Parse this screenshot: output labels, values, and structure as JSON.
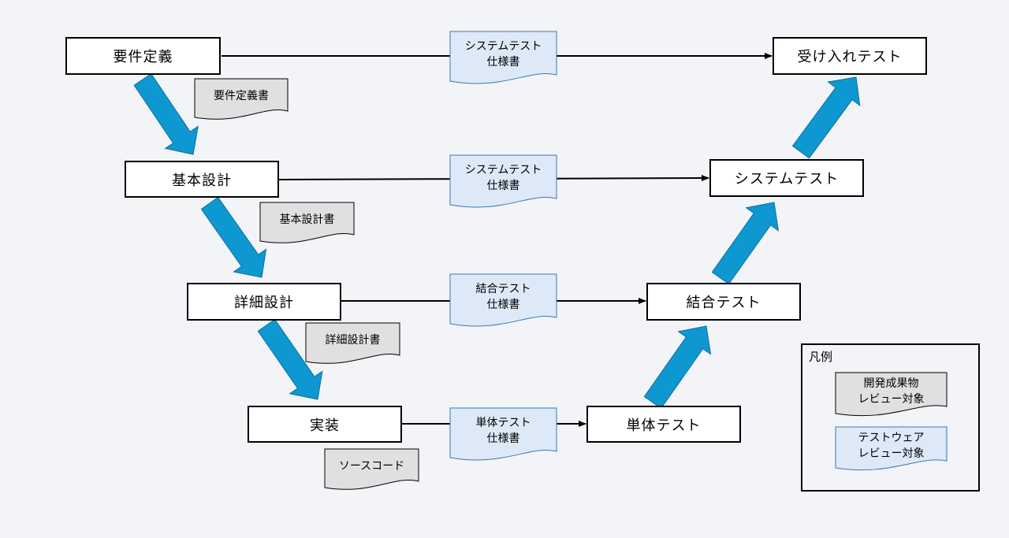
{
  "colors": {
    "background": "#f2f4f8",
    "arrow_blue": "#0e98d2",
    "dev_doc_fill": "#e0e0e0",
    "test_doc_fill": "#dde9f6",
    "test_doc_border": "#3b78b5"
  },
  "phases": {
    "requirements": "要件定義",
    "basic_design": "基本設計",
    "detailed_design": "詳細設計",
    "implementation": "実装",
    "unit_test": "単体テスト",
    "integration_test": "結合テスト",
    "system_test": "システムテスト",
    "acceptance_test": "受け入れテスト"
  },
  "dev_docs": {
    "requirements_doc": "要件定義書",
    "basic_design_doc": "基本設計書",
    "detailed_design_doc": "詳細設計書",
    "source_code": "ソースコード"
  },
  "test_specs": {
    "acceptance_spec": "システムテスト\n仕様書",
    "system_spec": "システムテスト\n仕様書",
    "integration_spec": "結合テスト\n仕様書",
    "unit_spec": "単体テスト\n仕様書"
  },
  "legend": {
    "title": "凡例",
    "dev_item": "開発成果物\nレビュー対象",
    "test_item": "テストウェア\nレビュー対象"
  }
}
